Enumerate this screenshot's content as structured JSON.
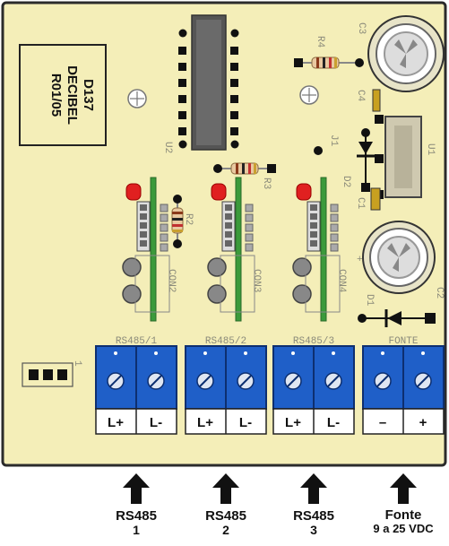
{
  "board": {
    "id_lines": [
      "D137",
      "DECIBEL",
      "R01/05"
    ],
    "colors": {
      "pcb": "#f4eeb8",
      "outline": "#2b2b2b",
      "terminal": "#1f5fc8",
      "led": "#e02020"
    }
  },
  "components": {
    "u2": "U2",
    "u1": "U1",
    "r4": "R4",
    "r3": "R3",
    "r2": "R2",
    "c1": "C1",
    "c2": "C2",
    "c3": "C3",
    "c4": "C4",
    "d1": "D1",
    "d2": "D2",
    "j1": "J1",
    "con2": "CON2",
    "con3": "CON3",
    "con4": "CON4"
  },
  "connectors": [
    {
      "silk": "RS485/1",
      "pin_left": "L+",
      "pin_right": "L-",
      "caption": "RS485",
      "sub": "1"
    },
    {
      "silk": "RS485/2",
      "pin_left": "L+",
      "pin_right": "L-",
      "caption": "RS485",
      "sub": "2"
    },
    {
      "silk": "RS485/3",
      "pin_left": "L+",
      "pin_right": "L-",
      "caption": "RS485",
      "sub": "3"
    },
    {
      "silk": "FONTE",
      "pin_left": "–",
      "pin_right": "+",
      "caption": "Fonte",
      "sub": "9 a 25 VDC"
    }
  ],
  "plus_mark": "+",
  "jumper_mark": "1"
}
